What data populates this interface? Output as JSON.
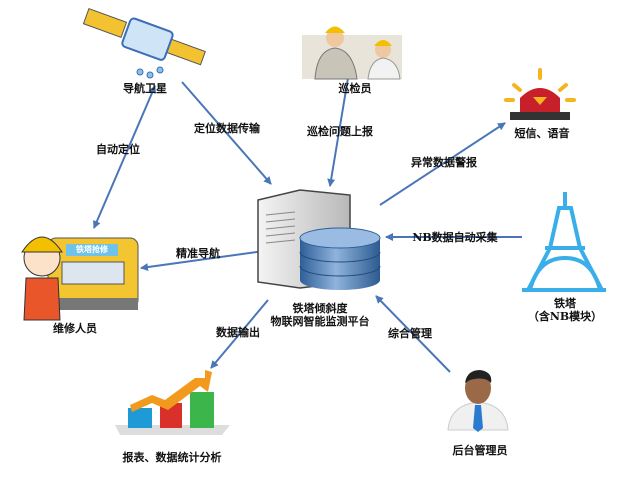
{
  "nodes": {
    "satellite": "导航卫星",
    "inspector": "巡检员",
    "alarm": "短信、语音",
    "tower": "铁塔",
    "tower_sub": "（含NB模块）",
    "repair": "维修人员",
    "platform_line1": "铁塔倾斜度",
    "platform_line2": "物联网智能监测平台",
    "report": "报表、数据统计分析",
    "admin": "后台管理员",
    "van_sign": "铁塔抢修"
  },
  "edges": {
    "auto_locate": "自动定位",
    "position_transfer": "定位数据传输",
    "inspection_report": "巡检问题上报",
    "abnormal_alarm": "异常数据警报",
    "nb_collect": "NB数据自动采集",
    "navigation": "精准导航",
    "data_output": "数据输出",
    "management": "综合管理"
  },
  "colors": {
    "arrow": "#4a76b8",
    "tower": "#3aaee8",
    "alarm": "#c8202a"
  }
}
